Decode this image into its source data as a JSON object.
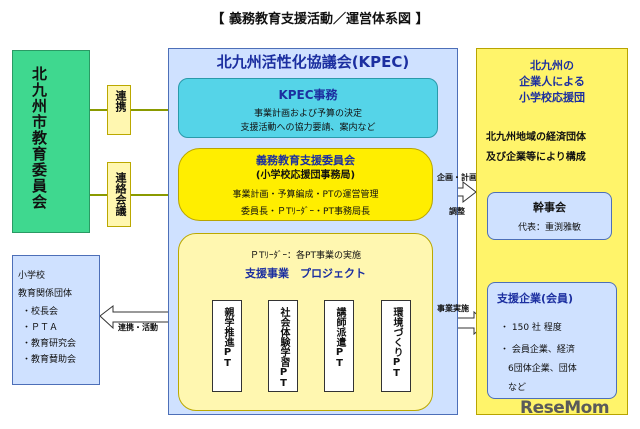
{
  "title": "【 義務教育支援活動／運営体系図 】",
  "board": {
    "label": "北九州市教育委員会"
  },
  "renkei": {
    "link1": "連携",
    "link2": "連絡会議"
  },
  "kpec": {
    "title": "北九州活性化協議会(KPEC)",
    "jimu": {
      "title": "KPEC事務",
      "lines": [
        "事業計画および予算の決定",
        "支援活動への協力要請、案内など"
      ]
    },
    "iinkai": {
      "title": "義務教育支援委員会",
      "subtitle": "(小学校応援団事務局)",
      "lines": [
        "事業計画・予算編成・PTの運営管理",
        "委員長・ＰTﾘｰﾀﾞｰ・PT事務局長"
      ]
    },
    "project": {
      "lead": "ＰTﾘｰﾀﾞｰ：各PT事業の実施",
      "title": "支援事業　プロジェクト",
      "pts": [
        "親学推進PT",
        "社会体験学習PT",
        "講師派遣PT",
        "環境づくりPT"
      ]
    }
  },
  "right": {
    "title_lines": [
      "北九州の",
      "企業人による",
      "小学校応援団"
    ],
    "desc_lines": [
      "北九州地域の経済団体",
      "及び企業等により構成"
    ],
    "kanji": {
      "title": "幹事会",
      "rep": "代表：重渕雅敏"
    },
    "kigyo": {
      "title": "支援企業(会員)",
      "items": [
        "・ 150 社 程度",
        "・ 会員企業、経済",
        "6団体企業、団体",
        "など"
      ]
    }
  },
  "school": {
    "lines": [
      "小学校",
      "教育関係団体"
    ],
    "items": [
      "・校長会",
      "・ＰＴＡ",
      "・教育研究会",
      "・教育賛助会"
    ]
  },
  "arrows": {
    "plan_top": "企画・計画",
    "plan_bottom": "調整",
    "implement": "事業実施",
    "cooperate": "連携・活動"
  },
  "logo": "ReseMom"
}
